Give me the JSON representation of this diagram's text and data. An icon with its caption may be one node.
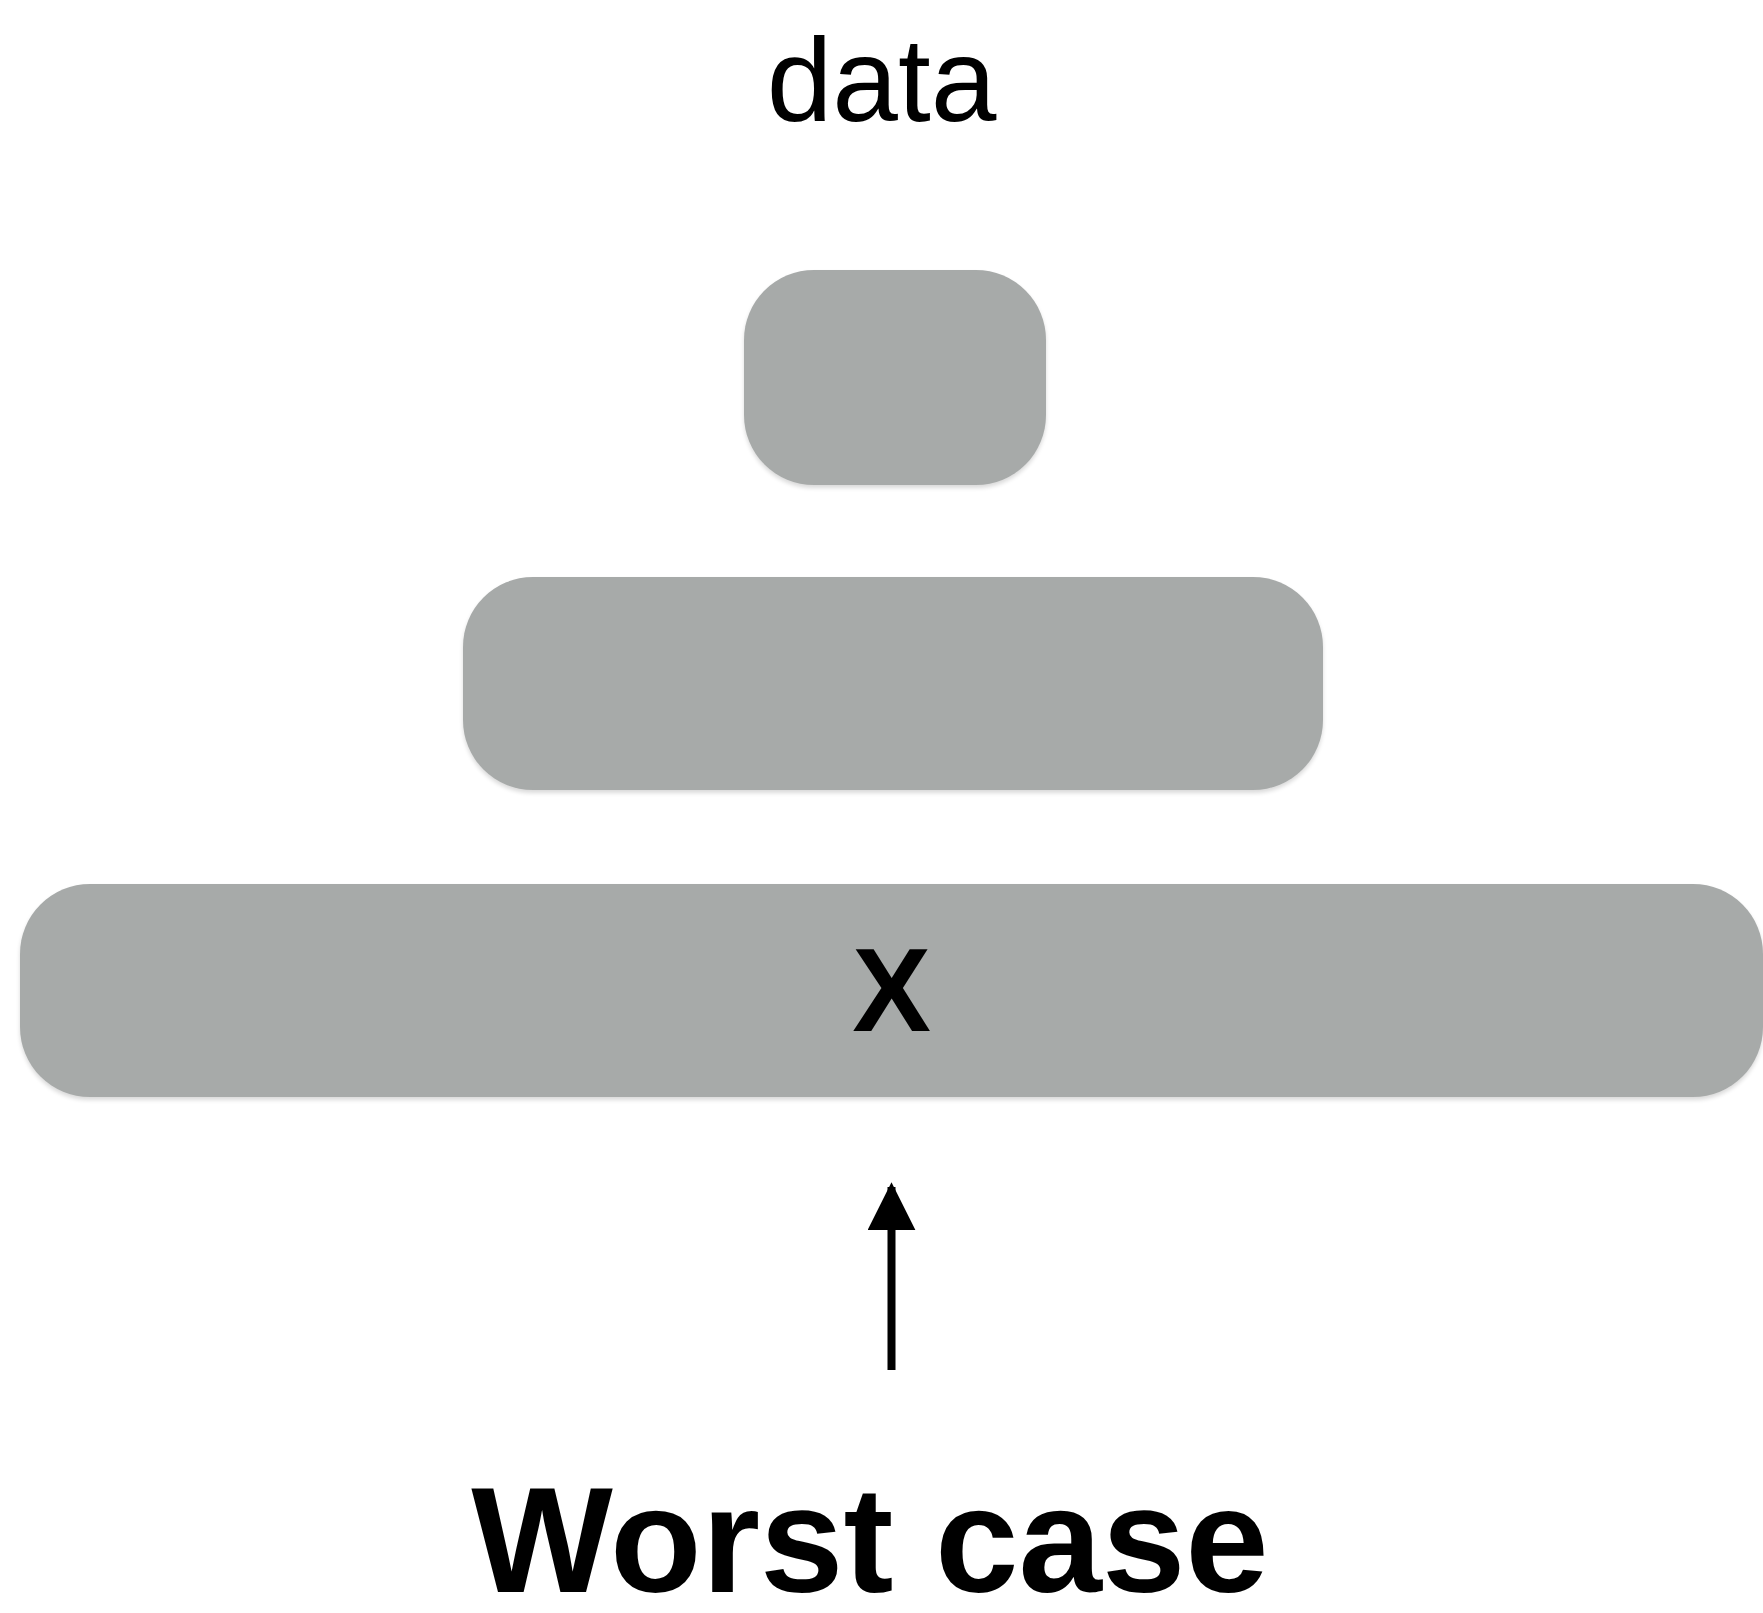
{
  "diagram": {
    "title": "data",
    "nodes": [
      {
        "text": [],
        "shape": "bar"
      },
      {
        "text": [],
        "shape": "bar"
      },
      {
        "text": [
          "X"
        ]
      },
      {
        "text": [
          "Worst case"
        ]
      }
    ],
    "edges": [
      {
        "from": 3,
        "to": 2,
        "arrow": "to"
      }
    ]
  }
}
